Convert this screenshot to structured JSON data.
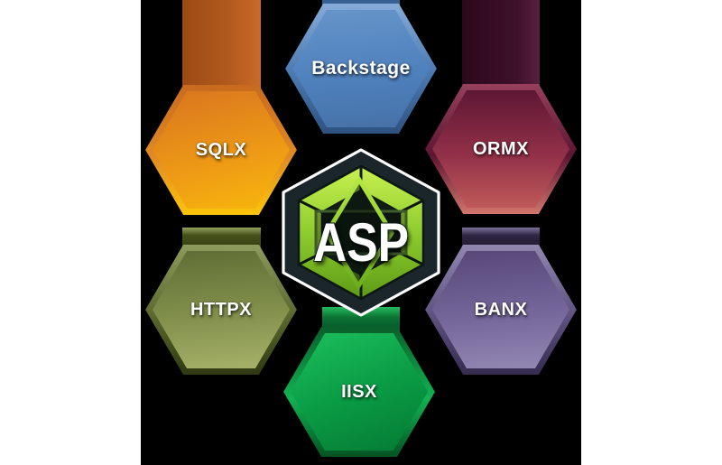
{
  "page": {
    "background": "#ffffff",
    "panel_color": "#000000"
  },
  "center": {
    "label": "ASP",
    "hex_fill": "#1b262b",
    "border_color": "#ffffff",
    "ring_green_light": "#c9f151",
    "ring_green_dark": "#5d9a16",
    "text_color": "#ffffff"
  },
  "nodes": [
    {
      "id": "backstage",
      "label": "Backstage",
      "color": "#4f81bd",
      "ribbon_color": "#3f6ea8",
      "position": "top"
    },
    {
      "id": "sqlx",
      "label": "SQLX",
      "color": "#ee9b15",
      "ribbon_color": "#b25a1e",
      "position": "top-left"
    },
    {
      "id": "ormx",
      "label": "ORMX",
      "color": "#923049",
      "ribbon_color": "#3e1129",
      "position": "top-right"
    },
    {
      "id": "httpx",
      "label": "HTTPX",
      "color": "#83914d",
      "ribbon_color": "#46521b",
      "position": "bottom-left"
    },
    {
      "id": "banx",
      "label": "BANX",
      "color": "#75679a",
      "ribbon_color": "#2e2643",
      "position": "bottom-right"
    },
    {
      "id": "iisx",
      "label": "IISX",
      "color": "#0a9c45",
      "ribbon_color": "#0b7434",
      "position": "bottom"
    }
  ]
}
